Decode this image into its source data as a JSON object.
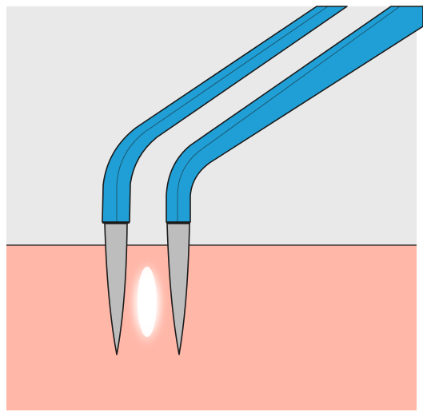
{
  "illustration": {
    "colors": {
      "background_top": "#e9e9e9",
      "tissue": "#ffb7a8",
      "handle_blue": "#1f9fd6",
      "outline": "#1b1b1b",
      "needle_fill": "#bdbdbd",
      "glow_core": "#ffffff",
      "glow_edge": "#ffe3da"
    },
    "elements": [
      "background",
      "tissue-surface",
      "forceps-handle-left",
      "forceps-handle-right",
      "electrode-needle-left",
      "electrode-needle-right",
      "coagulation-glow"
    ]
  }
}
